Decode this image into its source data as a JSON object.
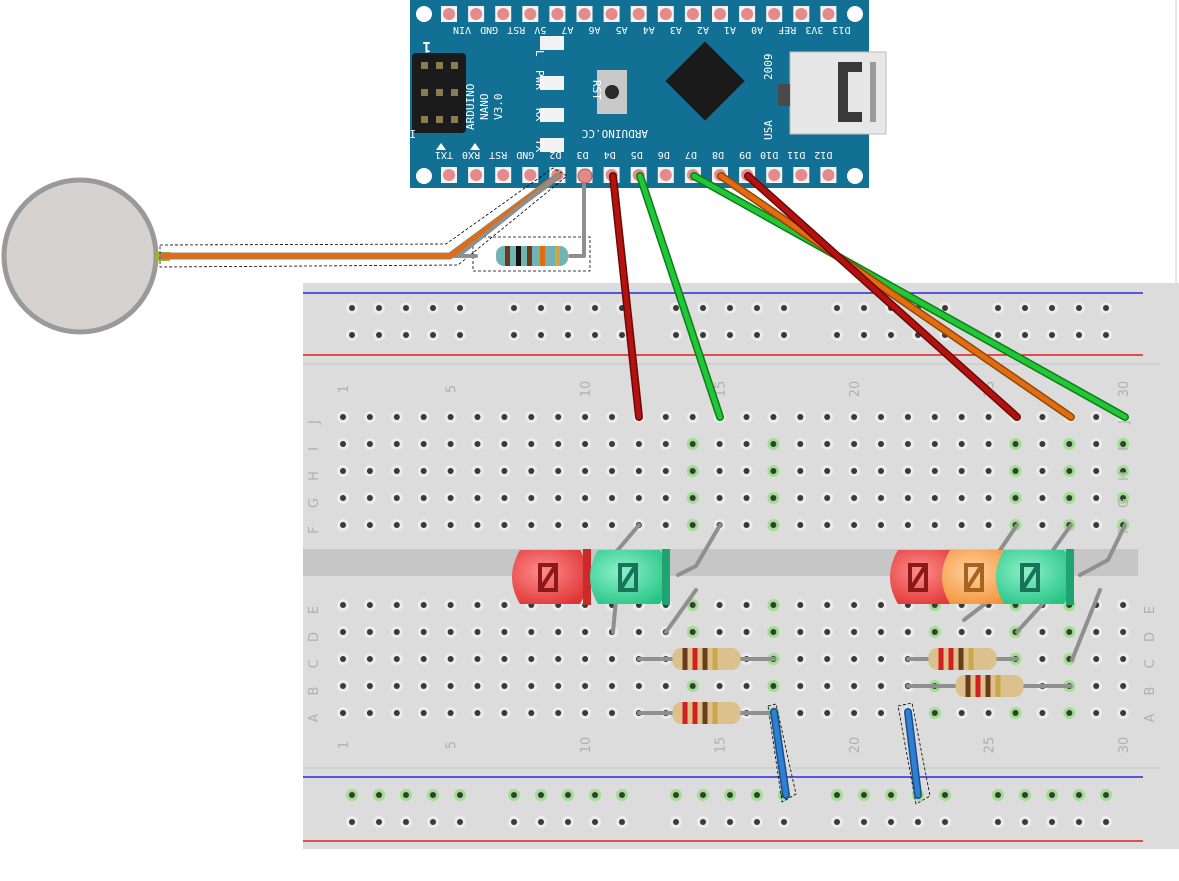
{
  "board": {
    "brand_lines": [
      "ARDUINO",
      "NANO",
      "V3.0"
    ],
    "website": "ARDUINO.CC",
    "year": "2009",
    "country": "USA",
    "rst_label": "RST",
    "icsp_label": "ICSP",
    "icsp_number": "1",
    "led_labels": [
      "L",
      "PWR",
      "RX",
      "TX"
    ],
    "top_pins": [
      "VIN",
      "GND",
      "RST",
      "5V",
      "A7",
      "A6",
      "A5",
      "A4",
      "A3",
      "A2",
      "A1",
      "A0",
      "REF",
      "3V3",
      "D13"
    ],
    "bottom_pins": [
      "TX1",
      "RX0",
      "RST",
      "GND",
      "D2",
      "D3",
      "D4",
      "D5",
      "D6",
      "D7",
      "D8",
      "D9",
      "D10",
      "D11",
      "D12"
    ]
  },
  "breadboard": {
    "column_numbers": [
      "1",
      "5",
      "10",
      "15",
      "20",
      "25",
      "30"
    ],
    "row_letters_top": [
      "J",
      "I",
      "H",
      "G",
      "F"
    ],
    "row_letters_bottom": [
      "E",
      "D",
      "C",
      "B",
      "A"
    ]
  },
  "colors": {
    "board_blue": "#127094",
    "wire_red": "#b5120f",
    "wire_green": "#18b72d",
    "wire_orange": "#e56b0f",
    "wire_gray": "#8f8f8f",
    "wire_blue": "#2f7fd4",
    "led_red": "#e53b3b",
    "led_green": "#2fc98c",
    "led_orange": "#f49a44"
  }
}
